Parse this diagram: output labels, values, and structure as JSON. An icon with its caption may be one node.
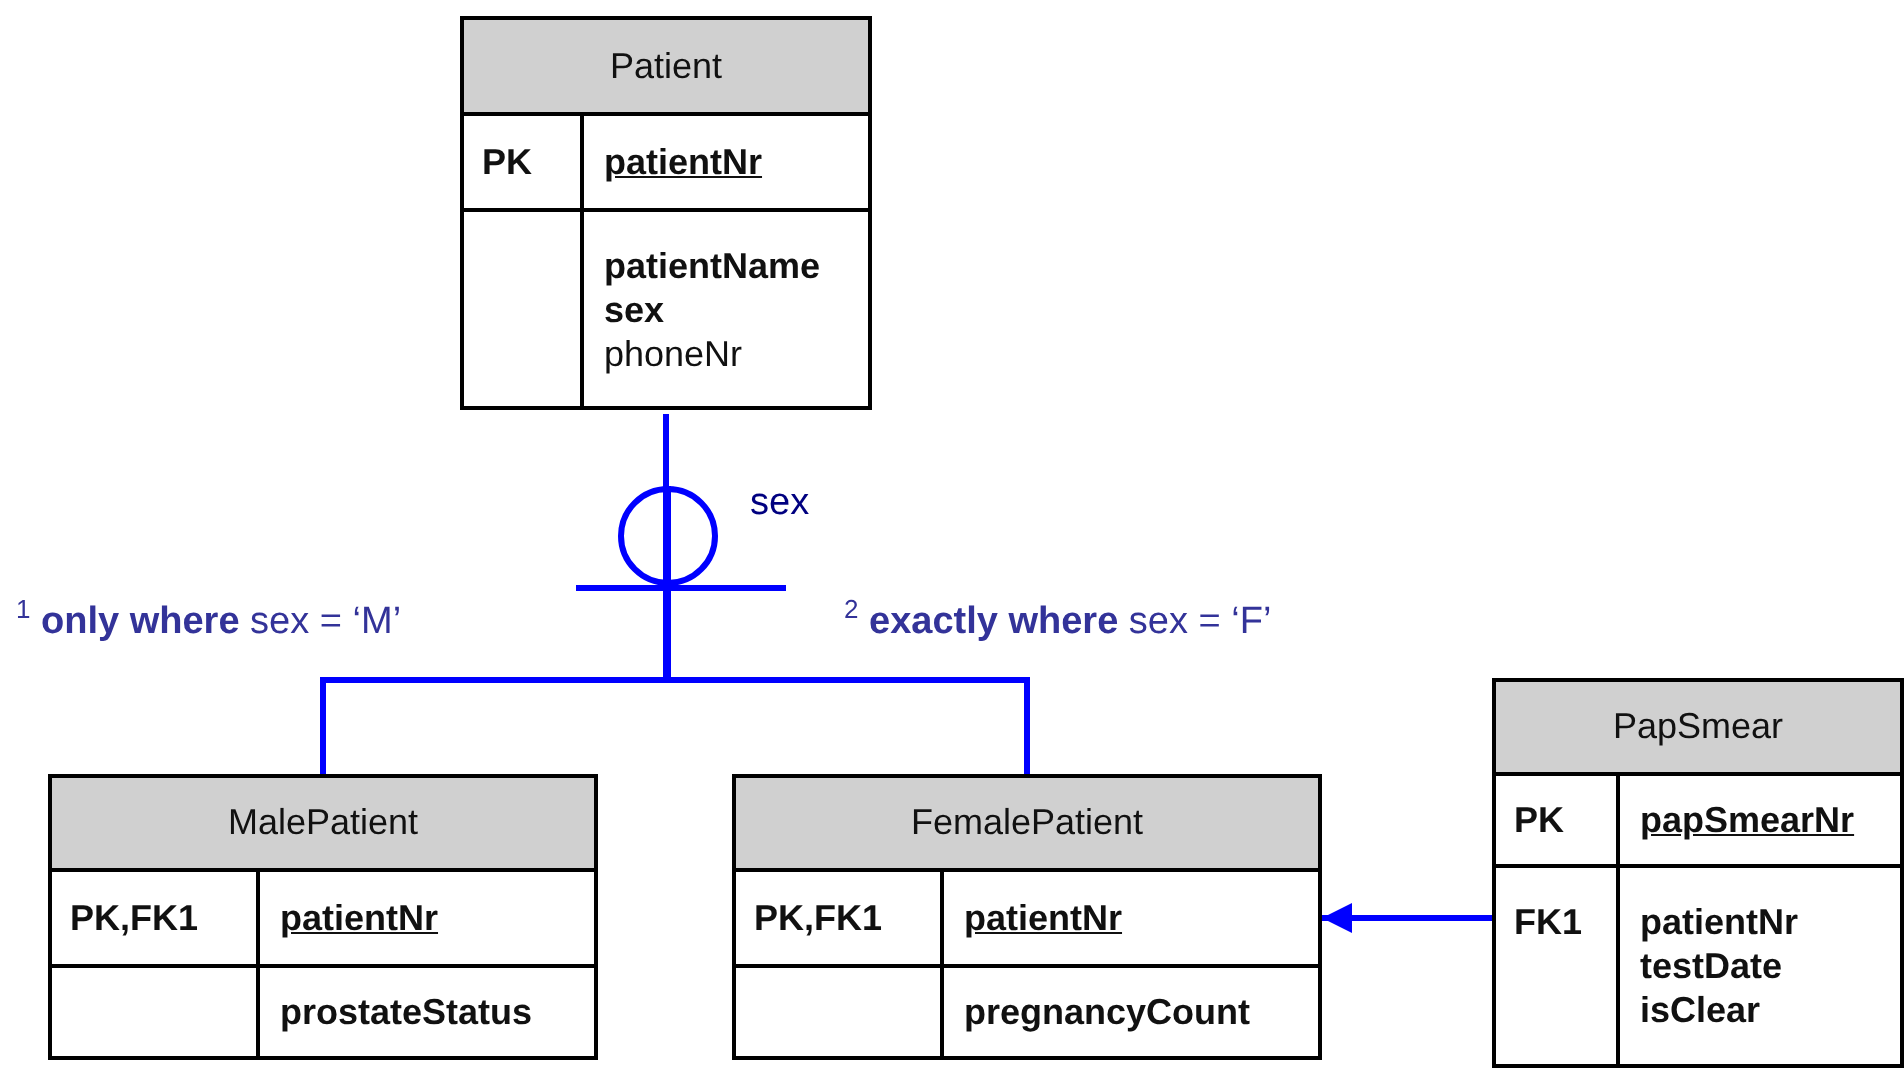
{
  "diagram": {
    "nodes": [
      {
        "text": [
          "Patient",
          "PK",
          "patientNr",
          "patientName",
          "sex",
          "phoneNr"
        ]
      },
      {
        "text": [
          "MalePatient",
          "PK,FK1",
          "patientNr",
          "prostateStatus"
        ]
      },
      {
        "text": [
          "FemalePatient",
          "PK,FK1",
          "patientNr",
          "pregnancyCount"
        ]
      },
      {
        "text": [
          "PapSmear",
          "PK",
          "papSmearNr",
          "FK1",
          "patientNr",
          "testDate",
          "isClear"
        ]
      },
      {
        "text": [],
        "shape": "circle",
        "beside": [
          "sex"
        ]
      }
    ],
    "edges": [
      {
        "from": 0,
        "to": 4,
        "arrow": "none"
      },
      {
        "from": 4,
        "to": 1,
        "arrow": "none"
      },
      {
        "from": 4,
        "to": 2,
        "arrow": "none"
      },
      {
        "from": 3,
        "to": 2,
        "arrow": "to"
      }
    ],
    "labels": [
      "$^{1}$ **only where** sex = ‘M’",
      "$^{2}$ **exactly where** sex = ‘F’"
    ]
  }
}
